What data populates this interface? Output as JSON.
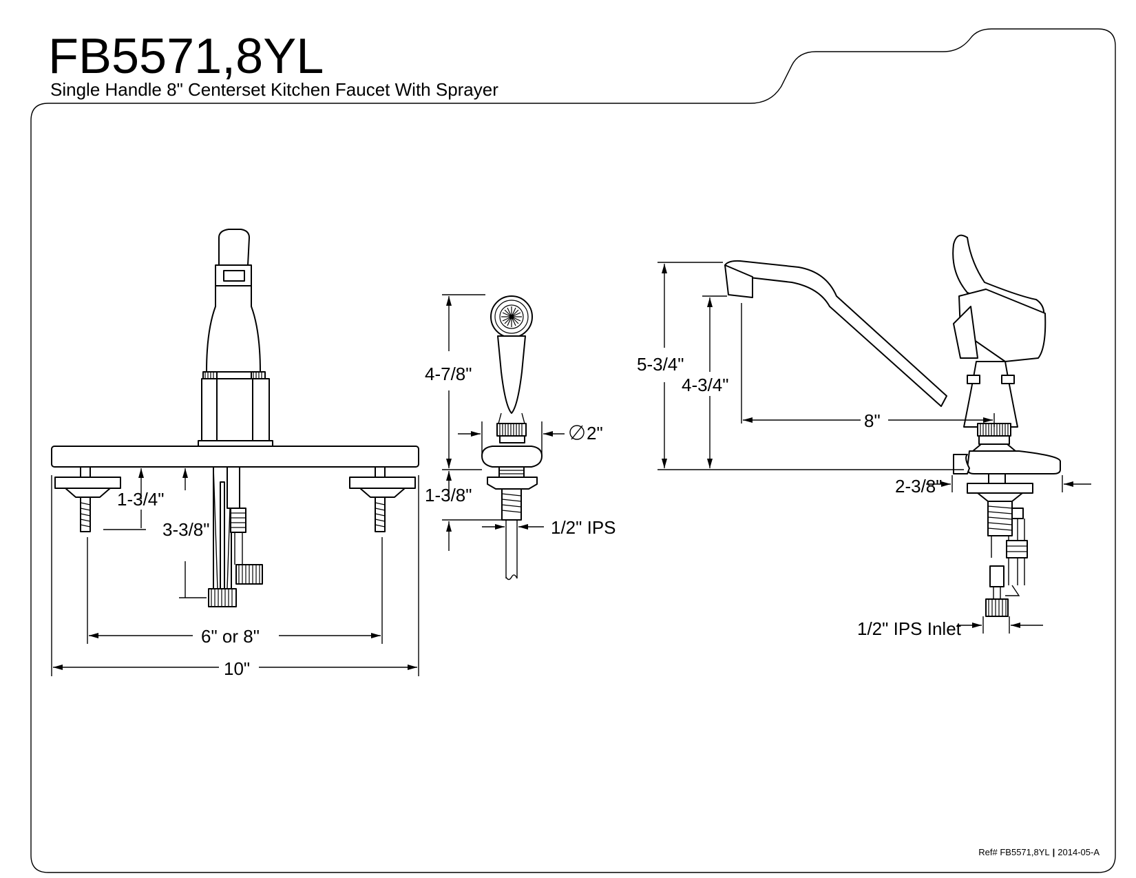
{
  "header": {
    "model": "FB5571,8YL",
    "subtitle": "Single Handle 8\" Centerset Kitchen Faucet With Sprayer"
  },
  "dimensions": {
    "hole_spacing": "6\" or  8\"",
    "plate_width": "10\"",
    "stud_length": "1-3/4\"",
    "supply_drop": "3-3/8\"",
    "sprayer_height": "4-7/8\"",
    "sprayer_diameter": "2\"",
    "sprayer_shank": "1-3/8\"",
    "sprayer_inlet": "1/2\" IPS",
    "overall_height": "5-3/4\"",
    "spout_height": "4-3/4\"",
    "spout_reach": "8\"",
    "base_width": "2-3/8\"",
    "inlet": "1/2\" IPS Inlet"
  },
  "footer": {
    "ref": "Ref# FB5571,8YL",
    "separator": "|",
    "revision": "2014-05-A"
  }
}
